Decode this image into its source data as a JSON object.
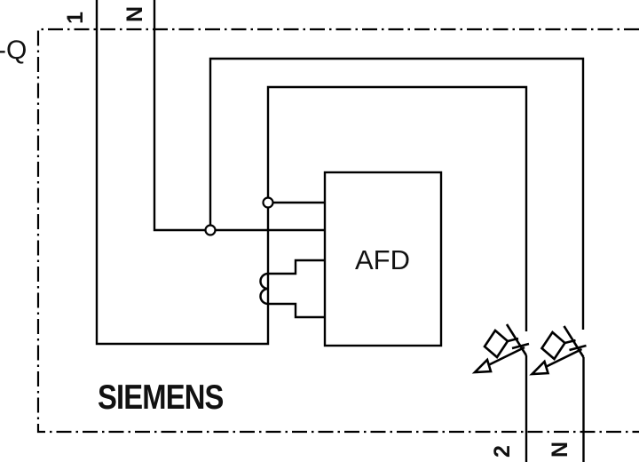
{
  "page": {
    "background": "#ffffff",
    "line_color": "#000000"
  },
  "schematic": {
    "type": "wiring-diagram",
    "reference_designator": "-Q",
    "device": {
      "label": "AFD",
      "description": "arc-fault-detection-unit-box"
    },
    "brand": {
      "text": "SIEMENS",
      "color": "#199a9a"
    },
    "terminals": {
      "top": [
        {
          "label": "1"
        },
        {
          "label": "N"
        }
      ],
      "bottom": [
        {
          "label": "2"
        },
        {
          "label": "N"
        }
      ]
    },
    "symbols": {
      "nodes": 2,
      "breaker_poles": 2,
      "sensor_coil_turns": 2
    }
  }
}
